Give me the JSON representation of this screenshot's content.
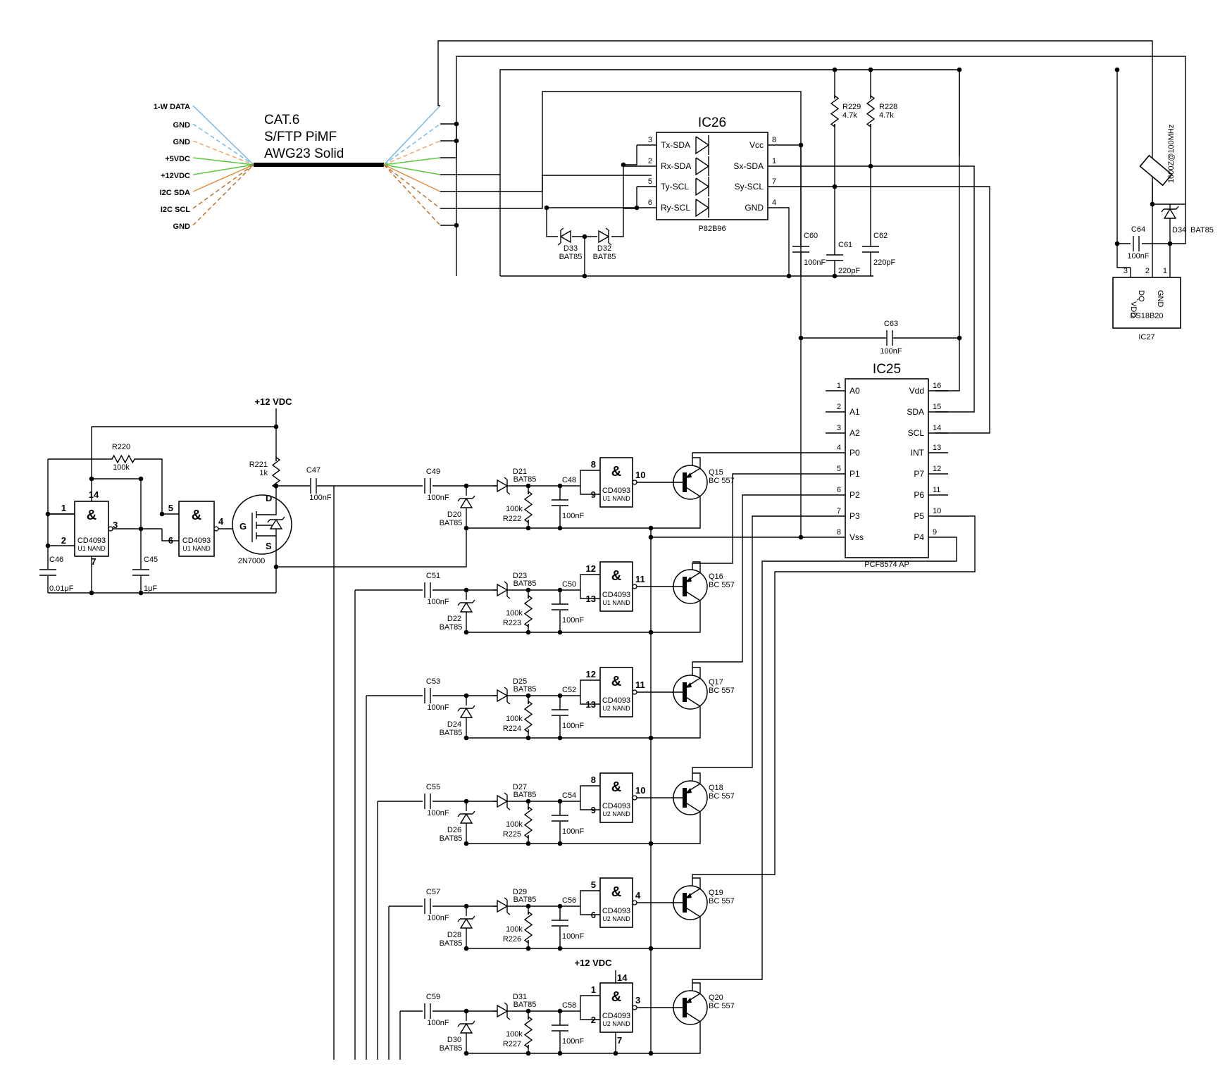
{
  "cable": {
    "labels": [
      "1-W DATA",
      "GND",
      "GND",
      "+5VDC",
      "+12VDC",
      "I2C SDA",
      "I2C SCL",
      "GND"
    ],
    "title_lines": [
      "CAT.6",
      "S/FTP PiMF",
      "AWG23 Solid"
    ],
    "wire_colors": [
      "#6fb6ea",
      "#6fb6ea",
      "#f0a060",
      "#5cc840",
      "#5cc840",
      "#e08a3a",
      "#c06a20",
      "#c06a20"
    ]
  },
  "ic26": {
    "name": "IC26",
    "part": "P82B96",
    "left_pins": [
      {
        "num": "3",
        "label": "Tx-SDA"
      },
      {
        "num": "2",
        "label": "Rx-SDA"
      },
      {
        "num": "5",
        "label": "Ty-SCL"
      },
      {
        "num": "6",
        "label": "Ry-SCL"
      }
    ],
    "right_pins": [
      {
        "num": "8",
        "label": "Vcc"
      },
      {
        "num": "1",
        "label": "Sx-SDA"
      },
      {
        "num": "7",
        "label": "Sy-SCL"
      },
      {
        "num": "4",
        "label": "GND"
      }
    ]
  },
  "resistors_top": [
    {
      "ref": "R229",
      "value": "4.7k"
    },
    {
      "ref": "R228",
      "value": "4.7k"
    }
  ],
  "caps_top": [
    {
      "ref": "C60",
      "value": "100nF"
    },
    {
      "ref": "C61",
      "value": "220pF"
    },
    {
      "ref": "C62",
      "value": "220pF"
    },
    {
      "ref": "C63",
      "value": "100nF"
    },
    {
      "ref": "C64",
      "value": "100nF"
    }
  ],
  "diodes_top": [
    {
      "ref": "D33",
      "type": "BAT85"
    },
    {
      "ref": "D32",
      "type": "BAT85"
    },
    {
      "ref": "D34",
      "type": "BAT85"
    }
  ],
  "ic27": {
    "name": "IC27",
    "part": "DS18B20",
    "pins": [
      {
        "num": "3",
        "label": "VDD"
      },
      {
        "num": "2",
        "label": "DQ"
      },
      {
        "num": "1",
        "label": "GND"
      }
    ],
    "ferrite": "1000Z@100MHz"
  },
  "ic25": {
    "name": "IC25",
    "part": "PCF8574 AP",
    "left_pins": [
      {
        "num": "1",
        "label": "A0"
      },
      {
        "num": "2",
        "label": "A1"
      },
      {
        "num": "3",
        "label": "A2"
      },
      {
        "num": "4",
        "label": "P0"
      },
      {
        "num": "5",
        "label": "P1"
      },
      {
        "num": "6",
        "label": "P2"
      },
      {
        "num": "7",
        "label": "P3"
      },
      {
        "num": "8",
        "label": "Vss"
      }
    ],
    "right_pins": [
      {
        "num": "16",
        "label": "Vdd"
      },
      {
        "num": "15",
        "label": "SDA"
      },
      {
        "num": "14",
        "label": "SCL"
      },
      {
        "num": "13",
        "label": "INT"
      },
      {
        "num": "12",
        "label": "P7"
      },
      {
        "num": "11",
        "label": "P6"
      },
      {
        "num": "10",
        "label": "P5"
      },
      {
        "num": "9",
        "label": "P4"
      }
    ]
  },
  "oscillator": {
    "supply": "+12 VDC",
    "gate1": {
      "pin_a": "1",
      "pin_b": "2",
      "pin_out": "3",
      "pin_vdd": "14",
      "pin_vss": "7",
      "part": "CD4093",
      "unit": "U1 NAND"
    },
    "gate2": {
      "pin_a": "5",
      "pin_b": "6",
      "pin_out": "4",
      "part": "CD4093",
      "unit": "U1 NAND"
    },
    "r220": {
      "ref": "R220",
      "value": "100k"
    },
    "r221": {
      "ref": "R221",
      "value": "1k"
    },
    "c45": {
      "ref": "C45",
      "value": "1μF"
    },
    "c46": {
      "ref": "C46",
      "value": "0.01μF"
    },
    "c47": {
      "ref": "C47",
      "value": "100nF"
    },
    "mosfet": {
      "part": "2N7000",
      "d": "D",
      "g": "G",
      "s": "S"
    }
  },
  "channels": [
    {
      "cin": "C49",
      "cin_v": "100nF",
      "dclamp": "D20",
      "dser": "D21",
      "rref": "R222",
      "rval": "100k",
      "cout": "C48",
      "cout_v": "100nF",
      "pa": "8",
      "pb": "9",
      "pout": "10",
      "part": "CD4093",
      "unit": "U1 NAND",
      "q": "Q15",
      "qtype": "BC 557",
      "diode": "BAT85"
    },
    {
      "cin": "C51",
      "cin_v": "100nF",
      "dclamp": "D22",
      "dser": "D23",
      "rref": "R223",
      "rval": "100k",
      "cout": "C50",
      "cout_v": "100nF",
      "pa": "12",
      "pb": "13",
      "pout": "11",
      "part": "CD4093",
      "unit": "U1 NAND",
      "q": "Q16",
      "qtype": "BC 557",
      "diode": "BAT85"
    },
    {
      "cin": "C53",
      "cin_v": "100nF",
      "dclamp": "D24",
      "dser": "D25",
      "rref": "R224",
      "rval": "100k",
      "cout": "C52",
      "cout_v": "100nF",
      "pa": "12",
      "pb": "13",
      "pout": "11",
      "part": "CD4093",
      "unit": "U2 NAND",
      "q": "Q17",
      "qtype": "BC 557",
      "diode": "BAT85"
    },
    {
      "cin": "C55",
      "cin_v": "100nF",
      "dclamp": "D26",
      "dser": "D27",
      "rref": "R225",
      "rval": "100k",
      "cout": "C54",
      "cout_v": "100nF",
      "pa": "8",
      "pb": "9",
      "pout": "10",
      "part": "CD4093",
      "unit": "U2 NAND",
      "q": "Q18",
      "qtype": "BC 557",
      "diode": "BAT85"
    },
    {
      "cin": "C57",
      "cin_v": "100nF",
      "dclamp": "D28",
      "dser": "D29",
      "rref": "R226",
      "rval": "100k",
      "cout": "C56",
      "cout_v": "100nF",
      "pa": "5",
      "pb": "6",
      "pout": "4",
      "part": "CD4093",
      "unit": "U2 NAND",
      "q": "Q19",
      "qtype": "BC 557",
      "diode": "BAT85"
    },
    {
      "cin": "C59",
      "cin_v": "100nF",
      "dclamp": "D30",
      "dser": "D31",
      "rref": "R227",
      "rval": "100k",
      "cout": "C58",
      "cout_v": "100nF",
      "pa": "1",
      "pb": "2",
      "pout": "3",
      "part": "CD4093",
      "unit": "U2 NAND",
      "q": "Q20",
      "qtype": "BC 557",
      "diode": "BAT85"
    }
  ],
  "last_gate": {
    "supply": "+12 VDC",
    "pin_vdd": "14",
    "pin_vss": "7"
  },
  "ampersand": "&"
}
